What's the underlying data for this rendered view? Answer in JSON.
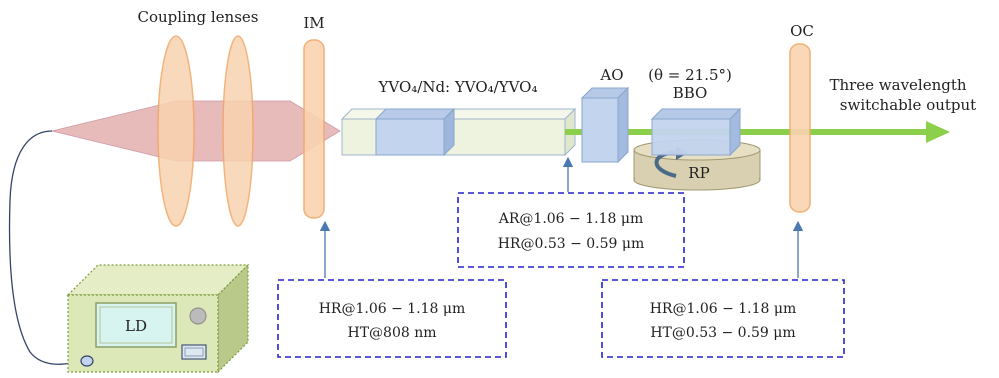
{
  "labels": {
    "coupling_lenses": "Coupling lenses",
    "im": "IM",
    "crystal": "YVO₄/Nd: YVO₄/YVO₄",
    "ao": "AO",
    "theta": "(θ = 21.5°)",
    "bbo": "BBO",
    "oc": "OC",
    "output_line1": "Three wavelength",
    "output_line2": "switchable output",
    "rp": "RP",
    "ld": "LD"
  },
  "boxes": {
    "crystal_coating": {
      "line1": "AR@1.06 − 1.18 μm",
      "line2": "HR@0.53 − 0.59 μm"
    },
    "im_coating": {
      "line1": "HR@1.06 − 1.18 μm",
      "line2": "HT@808 nm"
    },
    "oc_coating": {
      "line1": "HR@1.06 − 1.18 μm",
      "line2": "HT@0.53 − 0.59 μm"
    }
  },
  "colors": {
    "pump_beam": "#e6b4b4",
    "lens": "#f9d3b0",
    "lens_edge": "#f0a868",
    "crystal": "#eef3e0",
    "crystal_doped": "#c3d4ee",
    "ao": "#c3d4ee",
    "output_beam": "#8ccf4a",
    "box_border": "#2222cc",
    "arrow": "#4a78b0",
    "rp_disk": "#d8d0b0",
    "ld_box": "#dde8b8",
    "ld_screen": "#d8f4f0"
  }
}
